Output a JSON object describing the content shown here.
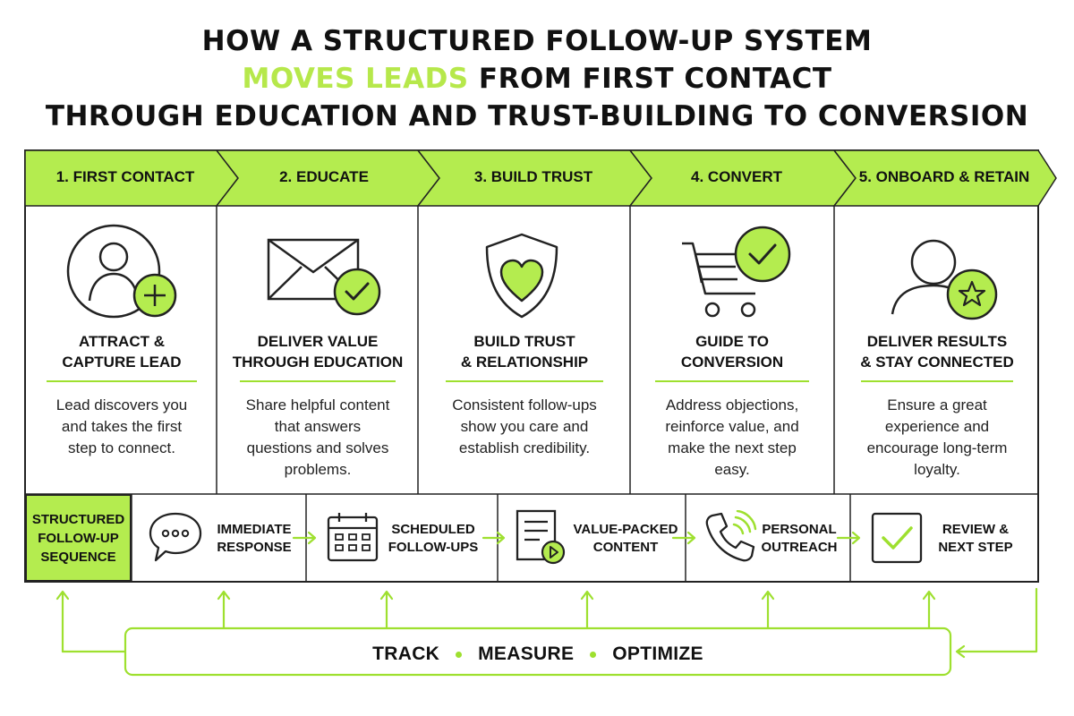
{
  "title": {
    "line1": "HOW A STRUCTURED FOLLOW-UP SYSTEM",
    "line2_accent": "MOVES LEADS",
    "line2_rest": " FROM FIRST CONTACT",
    "line3": "THROUGH EDUCATION AND TRUST-BUILDING TO CONVERSION"
  },
  "colors": {
    "accent": "#b4ec4f",
    "accent_line": "#9ee02f",
    "title_accent": "#b6e84b",
    "stroke": "#222222"
  },
  "stages": [
    {
      "label": "1. FIRST CONTACT",
      "icon": "user-plus-icon",
      "heading": [
        "ATTRACT &",
        "CAPTURE LEAD"
      ],
      "description": [
        "Lead discovers you",
        "and takes the first",
        "step to connect."
      ]
    },
    {
      "label": "2. EDUCATE",
      "icon": "envelope-check-icon",
      "heading": [
        "DELIVER VALUE",
        "THROUGH EDUCATION"
      ],
      "description": [
        "Share helpful content",
        "that answers",
        "questions and solves",
        "problems."
      ]
    },
    {
      "label": "3. BUILD TRUST",
      "icon": "shield-heart-icon",
      "heading": [
        "BUILD TRUST",
        "& RELATIONSHIP"
      ],
      "description": [
        "Consistent follow-ups",
        "show you care and",
        "establish credibility."
      ]
    },
    {
      "label": "4. CONVERT",
      "icon": "cart-check-icon",
      "heading": [
        "GUIDE TO",
        "CONVERSION"
      ],
      "description": [
        "Address objections,",
        "reinforce value, and",
        "make the next step",
        "easy."
      ]
    },
    {
      "label": "5. ONBOARD & RETAIN",
      "icon": "user-star-icon",
      "heading": [
        "DELIVER RESULTS",
        "& STAY CONNECTED"
      ],
      "description": [
        "Ensure a great",
        "experience and",
        "encourage long-term",
        "loyalty."
      ]
    }
  ],
  "sequence": {
    "label": [
      "STRUCTURED",
      "FOLLOW-UP",
      "SEQUENCE"
    ],
    "steps": [
      {
        "icon": "chat-bubble-icon",
        "label": [
          "IMMEDIATE",
          "RESPONSE"
        ]
      },
      {
        "icon": "calendar-icon",
        "label": [
          "SCHEDULED",
          "FOLLOW-UPS"
        ]
      },
      {
        "icon": "document-play-icon",
        "label": [
          "VALUE-PACKED",
          "CONTENT"
        ]
      },
      {
        "icon": "phone-call-icon",
        "label": [
          "PERSONAL",
          "OUTREACH"
        ]
      },
      {
        "icon": "checkbox-icon",
        "label": [
          "REVIEW &",
          "NEXT STEP"
        ]
      }
    ]
  },
  "footer": {
    "items": [
      "TRACK",
      "MEASURE",
      "OPTIMIZE"
    ]
  }
}
